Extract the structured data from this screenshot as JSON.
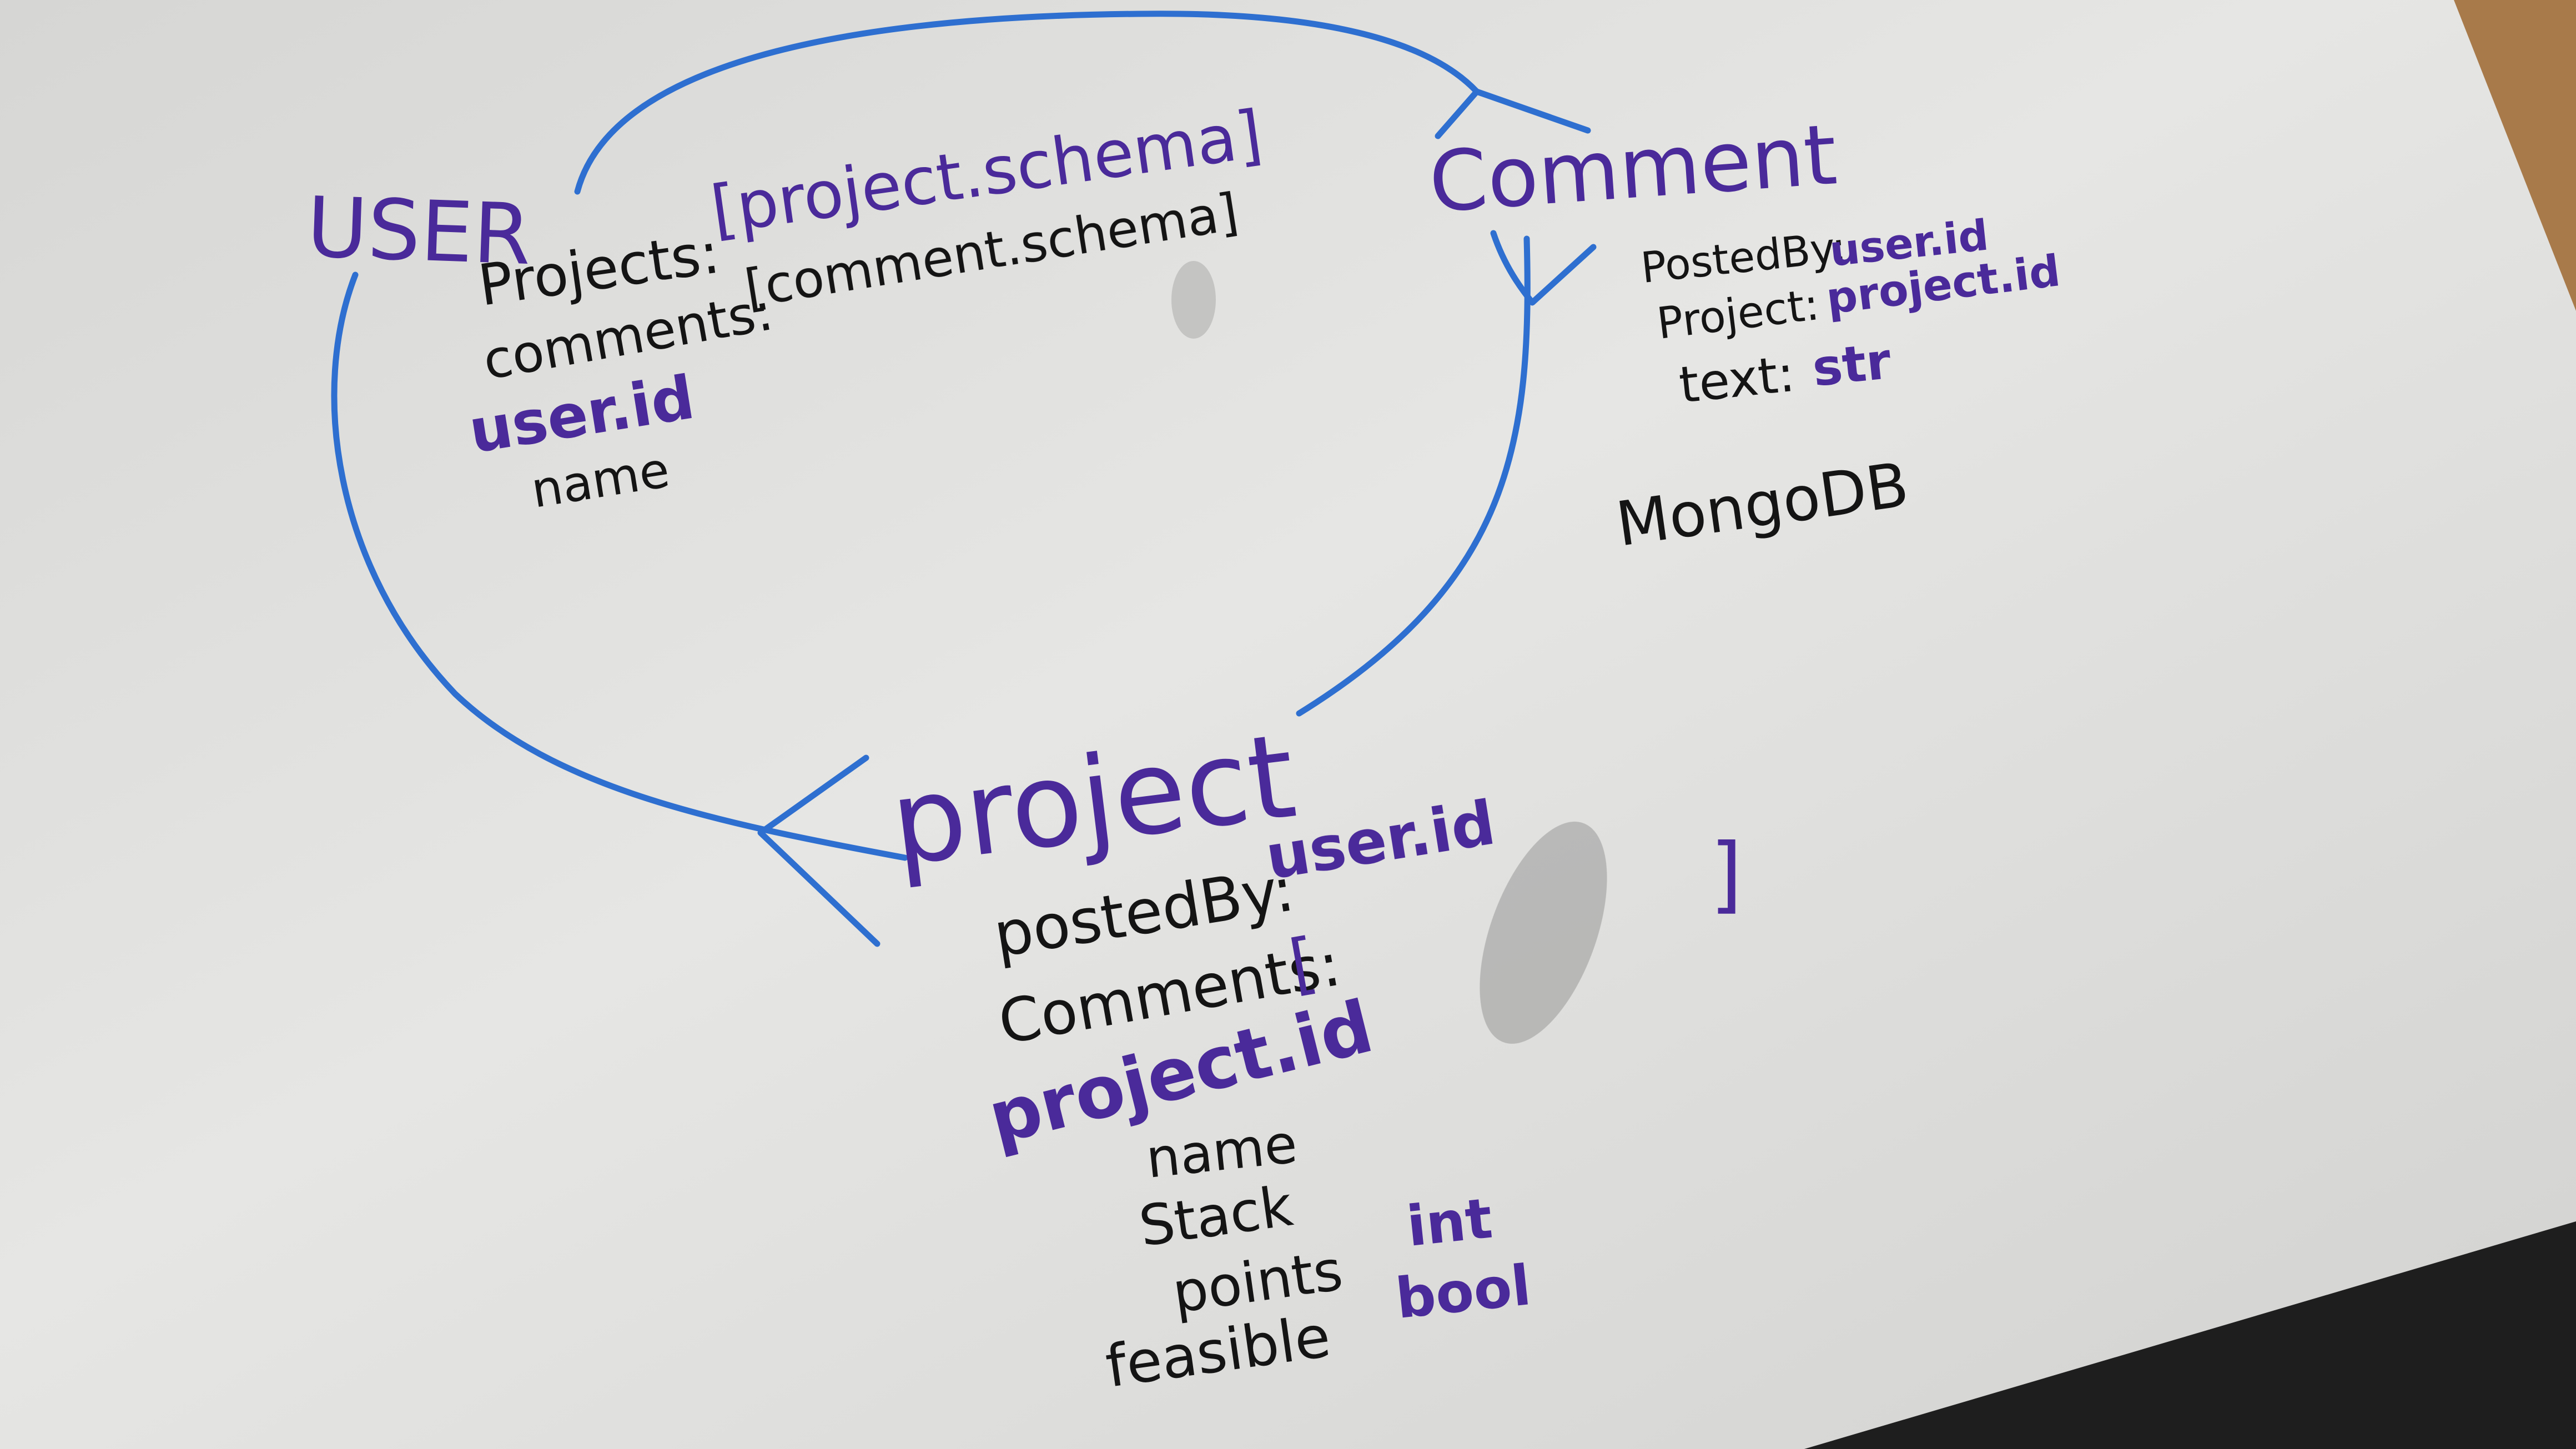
{
  "colors": {
    "board": "#dcdcda",
    "board_highlight": "#e9e9e7",
    "black_marker": "#141414",
    "purple_marker": "#4a2a9a",
    "blue_marker": "#2e6fd0",
    "wood": "#a87a4a",
    "shadow": "#1e1e1e"
  },
  "user": {
    "title": "USER",
    "projects_label": "Projects:",
    "projects_value": "[project.schema]",
    "comments_label": "comments:",
    "comments_value": "[comment.schema]",
    "id_field": "user.id",
    "name_field": "name"
  },
  "comment": {
    "title": "Comment",
    "posted_by_label": "PostedBy:",
    "posted_by_value": "user.id",
    "project_label": "Project:",
    "project_value": "project.id",
    "text_label": "text:",
    "text_value": "str"
  },
  "project": {
    "title": "project",
    "posted_by_label": "postedBy:",
    "posted_by_value": "user.id",
    "comments_label": "Comments:",
    "comments_open": "[",
    "comments_close": "]",
    "id_field": "project.id",
    "name_field": "name",
    "stack_field": "Stack",
    "points_field": "points",
    "points_type": "int",
    "feasible_field": "feasible",
    "feasible_type": "bool"
  },
  "db_note": "MongoDB"
}
